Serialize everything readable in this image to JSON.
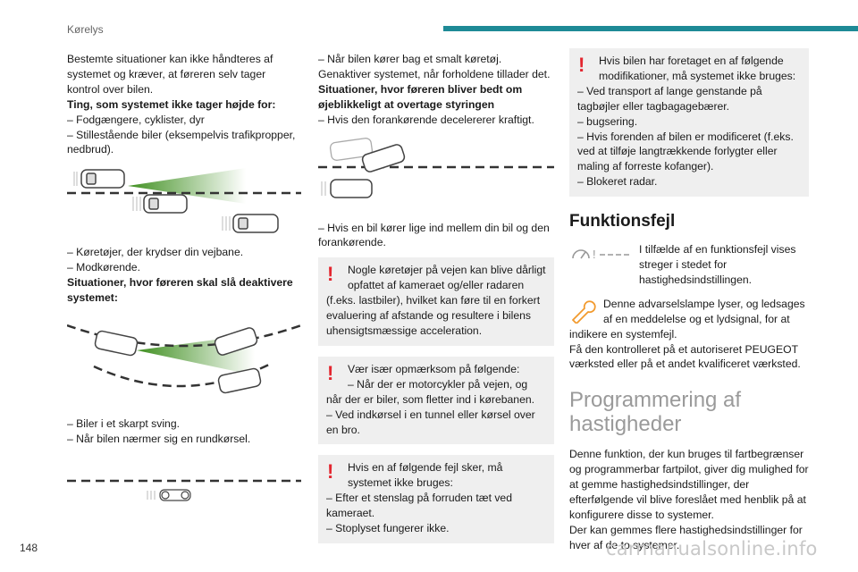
{
  "header": {
    "title": "Kørelys",
    "page_number": "148"
  },
  "col1": {
    "intro": "Bestemte situationer kan ikke håndteres af systemet og kræver, at føreren selv tager kontrol over bilen.",
    "heading1": "Ting, som systemet ikke tager højde for:",
    "list1": [
      "– Fodgængere, cyklister, dyr",
      "– Stillestående biler (eksempelvis trafikpropper, nedbrud)."
    ],
    "list2": [
      "– Køretøjer, der krydser din vejbane.",
      "– Modkørende."
    ],
    "heading2": "Situationer, hvor føreren skal slå deaktivere systemet:",
    "list3": [
      "– Biler i et skarpt sving.",
      "– Når bilen nærmer sig en rundkørsel."
    ]
  },
  "col2": {
    "intro": "– Når bilen kører bag et smalt køretøj.",
    "intro2": "Genaktiver systemet, når forholdene tillader det.",
    "heading": "Situationer, hvor føreren bliver bedt om øjeblikkeligt at overtage styringen",
    "list1": [
      "– Hvis den forankørende decelererer kraftigt."
    ],
    "list2": [
      "– Hvis en bil kører lige ind mellem din bil og den forankørende."
    ],
    "note1": {
      "first": "Nogle køretøjer på vejen kan blive dårligt opfattet af kameraet og/eller radaren",
      "rest": "(f.eks. lastbiler), hvilket kan føre til en forkert evaluering af afstande og resultere i bilens uhensigtsmæssige acceleration."
    },
    "note2": {
      "first": "Vær især opmærksom på følgende:",
      "line2": "– Når der er motorcykler på vejen, og",
      "rest": "når der er biler, som fletter ind i kørebanen.",
      "line4": "– Ved indkørsel i en tunnel eller kørsel over en bro."
    },
    "note3": {
      "first": "Hvis en af følgende fejl sker, må systemet ikke bruges:",
      "line2": "– Efter et stenslag på forruden tæt ved kameraet.",
      "line3": "– Stoplyset fungerer ikke."
    }
  },
  "col3": {
    "note": {
      "first": "Hvis bilen har foretaget en af følgende modifikationer, må systemet ikke bruges:",
      "items": [
        "– Ved transport af lange genstande på tagbøjler eller tagbagagebærer.",
        "– bugsering.",
        "– Hvis forenden af bilen er modificeret (f.eks. ved at tilføje langtrækkende forlygter eller maling af forreste kofanger).",
        "– Blokeret radar."
      ]
    },
    "section_title": "Funktionsfejl",
    "fault_text": "I tilfælde af en funktionsfejl vises streger i stedet for hastighedsindstillingen.",
    "warning_text1": "Denne advarselslampe lyser, og ledsages af en meddelelse og et lydsignal, for at",
    "warning_text2": "indikere en systemfejl.",
    "warning_text3": "Få den kontrolleret på et autoriseret PEUGEOT værksted eller på et andet kvalificeret værksted.",
    "section2_title": "Programmering af hastigheder",
    "prog_text": "Denne funktion, der kun bruges til fartbegrænser og programmerbar fartpilot, giver dig mulighed for at gemme hastighedsindstillinger, der efterfølgende vil blive foreslået med henblik på at konfigurere disse to systemer.",
    "prog_text2": "Der kan gemmes flere hastighedsindstillinger for hver af de to systemer."
  },
  "footer": "carmanualsonline.info",
  "colors": {
    "accent": "#1e8a96",
    "warning": "#e3262f",
    "note_bg": "#efefef",
    "beam": "#5aa02c"
  }
}
